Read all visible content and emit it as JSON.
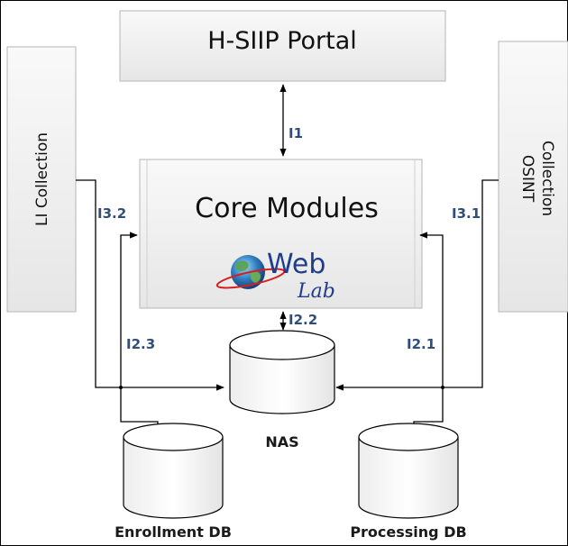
{
  "portal": {
    "title": "H-SIIP Portal"
  },
  "core": {
    "title": "Core Modules",
    "logo_word_1": "Web",
    "logo_word_2": "Lab"
  },
  "li_collection": {
    "label": "LI Collection"
  },
  "osint_collection": {
    "label_line1": "OSINT",
    "label_line2": "Collection"
  },
  "interfaces": {
    "i1": "I1",
    "i3_2": "I3.2",
    "i3_1": "I3.1",
    "i2_2": "I2.2",
    "i2_3": "I2.3",
    "i2_1": "I2.1"
  },
  "databases": {
    "nas": "NAS",
    "enrollment": "Enrollment DB",
    "processing": "Processing DB"
  },
  "icons": {
    "logo": "globe-icon"
  },
  "colors": {
    "interface_label": "#2f4e7a",
    "line": "#000000",
    "box_fill": "#eeeeee",
    "logo_text": "#1f3d8a",
    "logo_accent": "#d42020"
  }
}
